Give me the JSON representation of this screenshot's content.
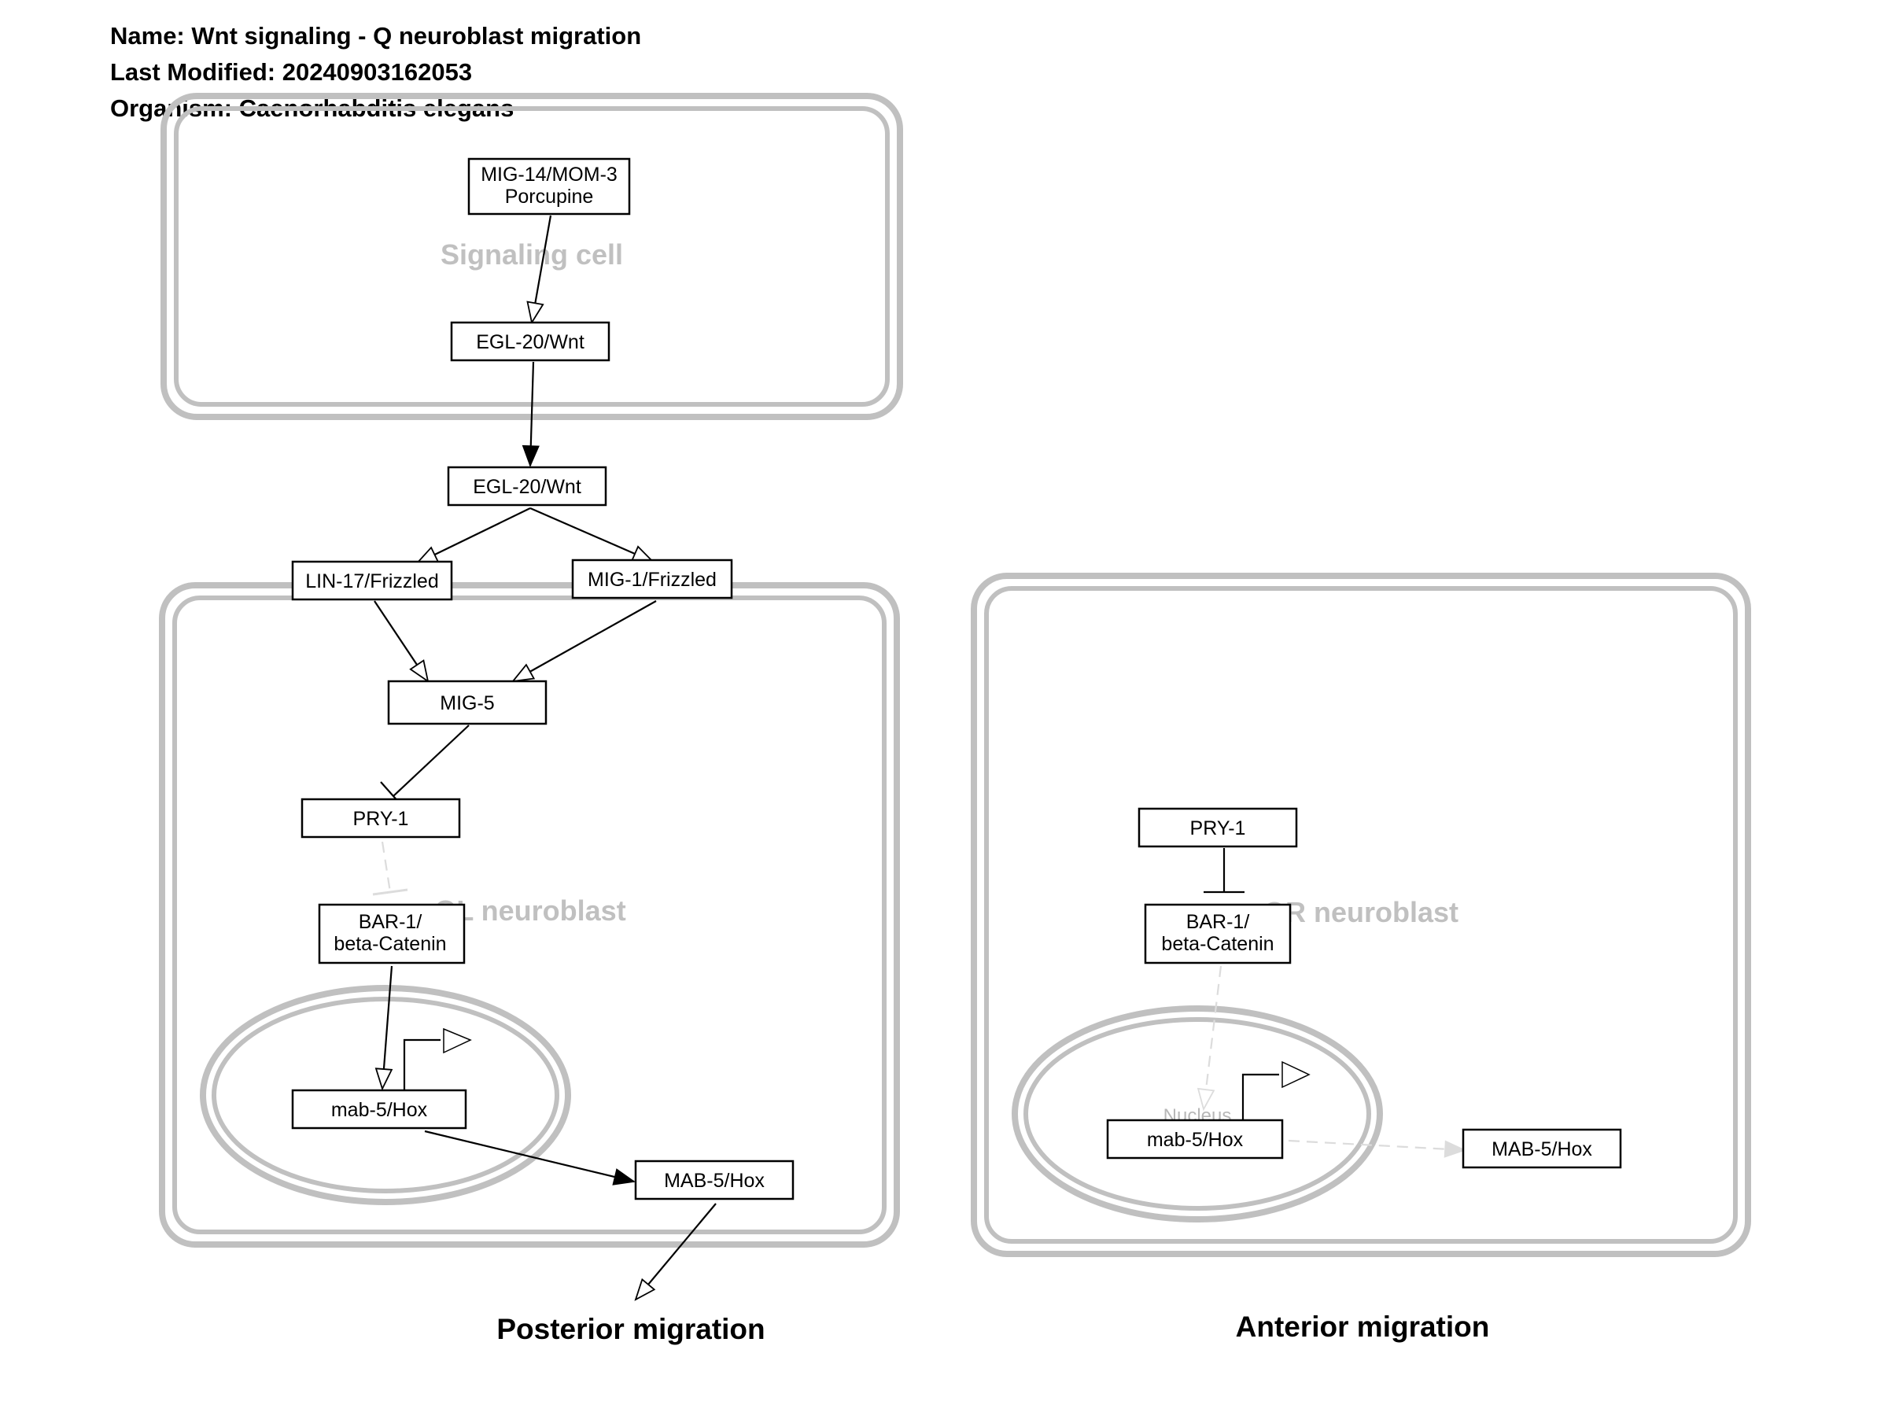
{
  "header": {
    "name": "Name: Wnt signaling - Q neuroblast migration",
    "last_modified": "Last Modified: 20240903162053",
    "organism": "Organism: Caenorhabditis elegans"
  },
  "compartments": {
    "signaling_cell": "Signaling cell",
    "ql_neuroblast": "QL neuroblast",
    "qr_neuroblast": "QR neuroblast",
    "nucleus": "Nucleus"
  },
  "nodes": {
    "mig14_line1": "MIG-14/MOM-3",
    "mig14_line2": "Porcupine",
    "egl20_signal": "EGL-20/Wnt",
    "egl20_extra": "EGL-20/Wnt",
    "lin17": "LIN-17/Frizzled",
    "mig1": "MIG-1/Frizzled",
    "mig5": "MIG-5",
    "pry1_left": "PRY-1",
    "bar1_left_line1": "BAR-1/",
    "bar1_left_line2": "beta-Catenin",
    "mab5_gene_left": "mab-5/Hox",
    "mab5_protein_left": "MAB-5/Hox",
    "pry1_right": "PRY-1",
    "bar1_right_line1": "BAR-1/",
    "bar1_right_line2": "beta-Catenin",
    "mab5_gene_right": "mab-5/Hox",
    "mab5_protein_right": "MAB-5/Hox"
  },
  "outcomes": {
    "posterior": "Posterior migration",
    "anterior": "Anterior migration"
  }
}
